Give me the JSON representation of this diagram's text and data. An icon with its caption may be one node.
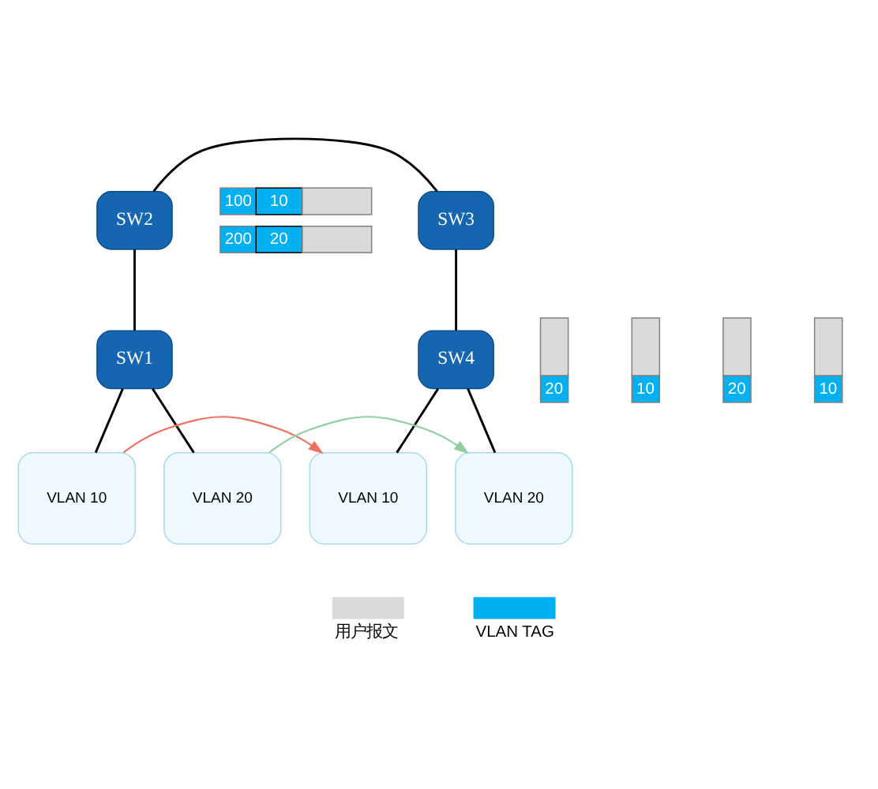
{
  "diagram": {
    "nodes": [
      {
        "text": [
          "SW2"
        ]
      },
      {
        "text": [
          "SW3"
        ]
      },
      {
        "text": [
          "SW1"
        ]
      },
      {
        "text": [
          "SW4"
        ]
      },
      {
        "text": [
          "VLAN 10"
        ]
      },
      {
        "text": [
          "VLAN 20"
        ]
      },
      {
        "text": [
          "VLAN 10"
        ]
      },
      {
        "text": [
          "VLAN 20"
        ]
      }
    ],
    "edges": [
      {
        "from": 0,
        "to": 1,
        "arrow": "none"
      },
      {
        "from": 0,
        "to": 2,
        "arrow": "none"
      },
      {
        "from": 1,
        "to": 3,
        "arrow": "none"
      },
      {
        "from": 2,
        "to": 4,
        "arrow": "none"
      },
      {
        "from": 2,
        "to": 5,
        "arrow": "none"
      },
      {
        "from": 3,
        "to": 6,
        "arrow": "none"
      },
      {
        "from": 3,
        "to": 7,
        "arrow": "none"
      },
      {
        "from": 4,
        "to": 6,
        "arrow": "to",
        "color": "#f07060"
      },
      {
        "from": 5,
        "to": 7,
        "arrow": "to",
        "color": "#90d0a0"
      }
    ],
    "labels": [
      "100",
      "10",
      "200",
      "20",
      "10",
      "20",
      "10",
      "20"
    ],
    "legend": [
      {
        "text": "用户报文",
        "color": "#d9d9d9"
      },
      {
        "text": "VLAN TAG",
        "color": "#00b0f0"
      }
    ]
  }
}
